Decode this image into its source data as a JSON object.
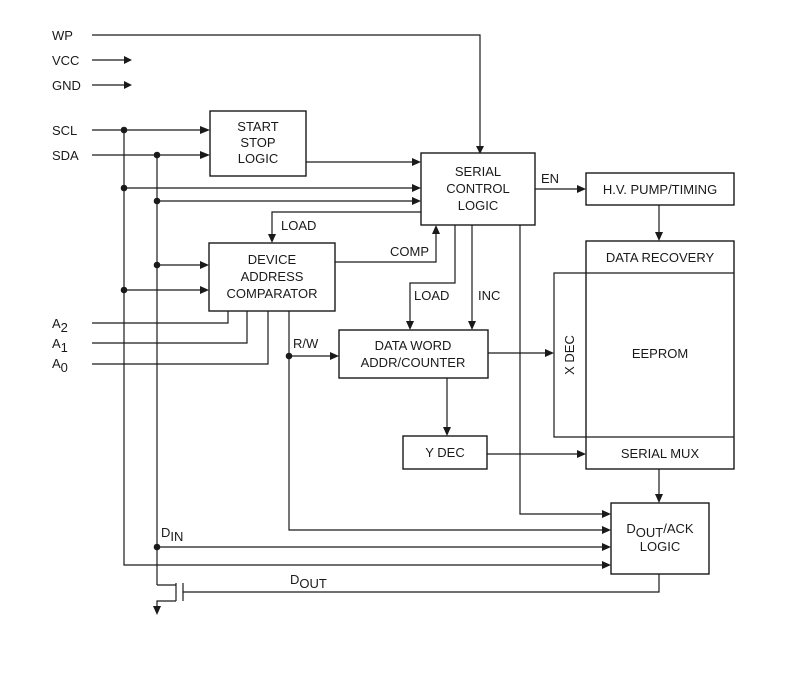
{
  "pins": {
    "wp": "WP",
    "vcc": "VCC",
    "gnd": "GND",
    "scl": "SCL",
    "sda": "SDA",
    "a2": {
      "main": "A",
      "sub": "2"
    },
    "a1": {
      "main": "A",
      "sub": "1"
    },
    "a0": {
      "main": "A",
      "sub": "0"
    }
  },
  "blocks": {
    "start_stop": [
      "START",
      "STOP",
      "LOGIC"
    ],
    "serial_control": [
      "SERIAL",
      "CONTROL",
      "LOGIC"
    ],
    "hv_pump": "H.V. PUMP/TIMING",
    "data_recovery": "DATA RECOVERY",
    "device_address": [
      "DEVICE",
      "ADDRESS",
      "COMPARATOR"
    ],
    "data_word": [
      "DATA WORD",
      "ADDR/COUNTER"
    ],
    "x_dec": "X DEC",
    "eeprom": "EEPROM",
    "y_dec": "Y DEC",
    "serial_mux": "SERIAL MUX",
    "dout_ack": {
      "main": "D",
      "sub": "OUT",
      "rest": "/ACK",
      "line2": "LOGIC"
    }
  },
  "signals": {
    "en": "EN",
    "load_top": "LOAD",
    "comp": "COMP",
    "load_mid": "LOAD",
    "inc": "INC",
    "rw": "R/W",
    "din": {
      "main": "D",
      "sub": "IN"
    },
    "dout": {
      "main": "D",
      "sub": "OUT"
    }
  }
}
